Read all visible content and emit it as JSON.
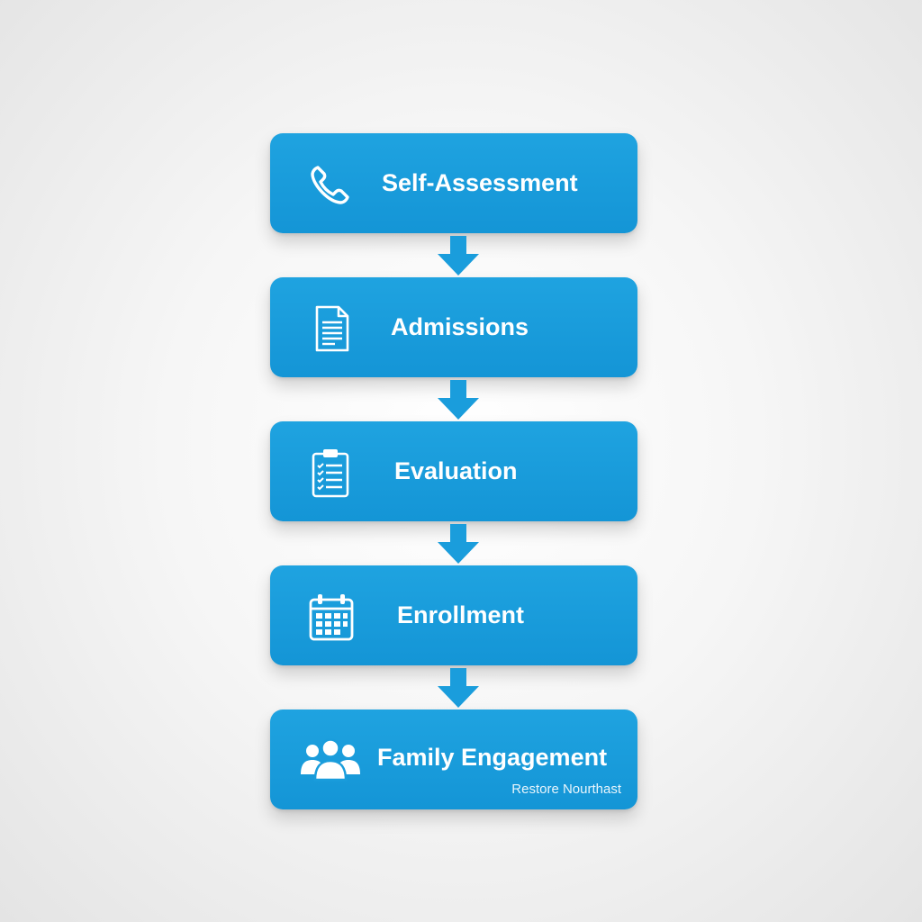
{
  "steps": [
    {
      "label": "Self-Assessment",
      "icon": "phone-icon"
    },
    {
      "label": "Admissions",
      "icon": "document-icon"
    },
    {
      "label": "Evaluation",
      "icon": "clipboard-checklist-icon"
    },
    {
      "label": "Enrollment",
      "icon": "calendar-icon"
    },
    {
      "label": "Family Engagement",
      "icon": "people-group-icon",
      "sublabel": "Restore Nourthast"
    }
  ],
  "colors": {
    "box": "#1a9ddc",
    "arrow": "#1a9ddc",
    "text": "#ffffff",
    "background": "#f3f3f3"
  }
}
